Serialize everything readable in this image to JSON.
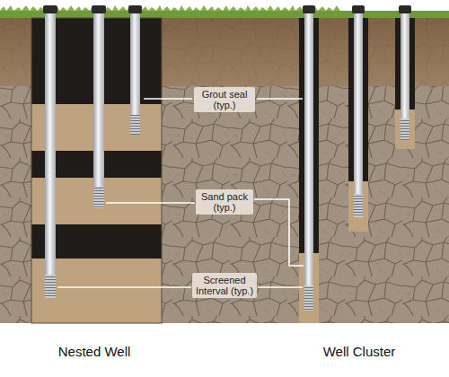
{
  "diagram": {
    "labels": [
      "Grout seal (typ.)",
      "Sand pack (typ.)",
      "Screened Interval (typ.)",
      "Nested Well",
      "Well Cluster"
    ]
  }
}
